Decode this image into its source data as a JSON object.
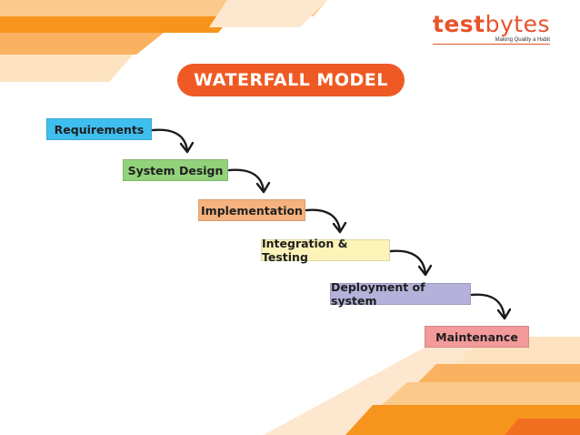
{
  "brand": {
    "logo_part1": "test",
    "logo_part2": "bytes",
    "tagline": "Making Quality a Habit"
  },
  "title": "WATERFALL MODEL",
  "steps": [
    {
      "label": "Requirements",
      "color": "#3fbfef"
    },
    {
      "label": "System Design",
      "color": "#92d27b"
    },
    {
      "label": "Implementation",
      "color": "#f5b27e"
    },
    {
      "label": "Integration & Testing",
      "color": "#fcf3b9"
    },
    {
      "label": "Deployment of system",
      "color": "#b4b2da"
    },
    {
      "label": "Maintenance",
      "color": "#f39a9a"
    }
  ],
  "colors": {
    "accent": "#ef5a24",
    "decor_orange": "#f7941d",
    "decor_light": "#fcd9a6"
  }
}
